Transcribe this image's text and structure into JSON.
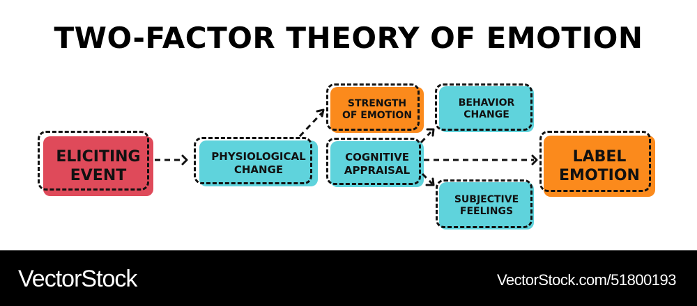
{
  "title": "TWO-FACTOR THEORY OF EMOTION",
  "colors": {
    "red": "#df4a5a",
    "cyan": "#5fd3dc",
    "orange": "#fb8a1c",
    "line": "#111111",
    "footer_bg": "#000000"
  },
  "nodes": {
    "eliciting_event": {
      "line1": "ELICITING",
      "line2": "EVENT"
    },
    "physiological_change": {
      "line1": "PHYSIOLOGICAL",
      "line2": "CHANGE"
    },
    "strength_of_emotion": {
      "line1": "STRENGTH",
      "line2": "OF EMOTION"
    },
    "cognitive_appraisal": {
      "line1": "COGNITIVE",
      "line2": "APPRAISAL"
    },
    "behavior_change": {
      "line1": "BEHAVIOR",
      "line2": "CHANGE"
    },
    "subjective_feelings": {
      "line1": "SUBJECTIVE",
      "line2": "FEELINGS"
    },
    "label_emotion": {
      "line1": "LABEL",
      "line2": "EMOTION"
    }
  },
  "edges": [
    {
      "from": "eliciting_event",
      "to": "physiological_change"
    },
    {
      "from": "physiological_change",
      "to": "strength_of_emotion"
    },
    {
      "from": "cognitive_appraisal",
      "to": "behavior_change"
    },
    {
      "from": "cognitive_appraisal",
      "to": "label_emotion"
    },
    {
      "from": "cognitive_appraisal",
      "to": "subjective_feelings"
    }
  ],
  "footer": {
    "brand": "VectorStock",
    "reference": "VectorStock.com/51800193"
  }
}
